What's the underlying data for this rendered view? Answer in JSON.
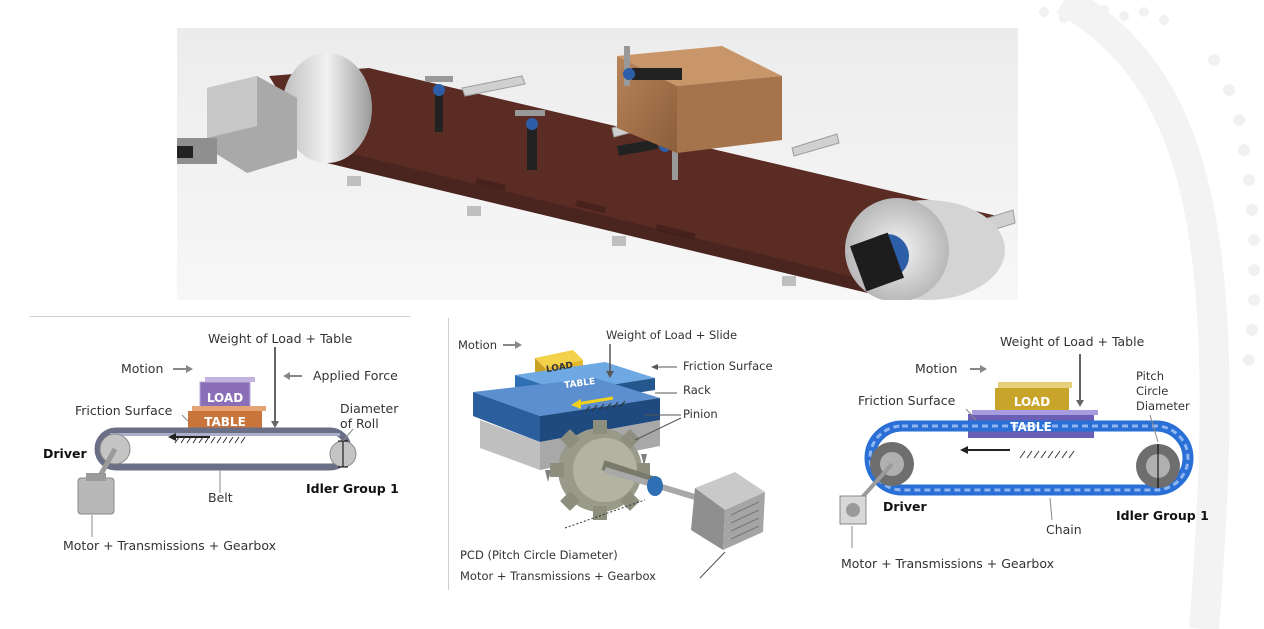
{
  "panel_belt": {
    "motion": "Motion",
    "weight": "Weight of Load + Table",
    "applied_force": "Applied Force",
    "load": "LOAD",
    "table": "TABLE",
    "friction_surface": "Friction Surface",
    "diameter_of_roll_line1": "Diameter",
    "diameter_of_roll_line2": "of Roll",
    "driver": "Driver",
    "belt": "Belt",
    "idler_group": "Idler Group 1",
    "motor": "Motor + Transmissions + Gearbox"
  },
  "panel_rack": {
    "motion": "Motion",
    "weight": "Weight of Load + Slide",
    "load": "LOAD",
    "table": "TABLE",
    "friction_surface": "Friction Surface",
    "rack": "Rack",
    "pinion": "Pinion",
    "pcd": "PCD (Pitch Circle Diameter)",
    "motor": "Motor + Transmissions + Gearbox"
  },
  "panel_chain": {
    "motion": "Motion",
    "weight": "Weight of Load + Table",
    "pitch_line1": "Pitch",
    "pitch_line2": "Circle",
    "pitch_line3": "Diameter",
    "load": "LOAD",
    "table": "TABLE",
    "friction_surface": "Friction Surface",
    "driver": "Driver",
    "chain": "Chain",
    "idler_group": "Idler Group 1",
    "motor": "Motor + Transmissions + Gearbox"
  },
  "colors": {
    "belt": "#5a2c24",
    "load_purple": "#8a6fb8",
    "table_orange": "#c8743a",
    "rack_blue": "#2f6fb3",
    "chain_blue": "#2a6fd6",
    "gold": "#c8a52a"
  }
}
